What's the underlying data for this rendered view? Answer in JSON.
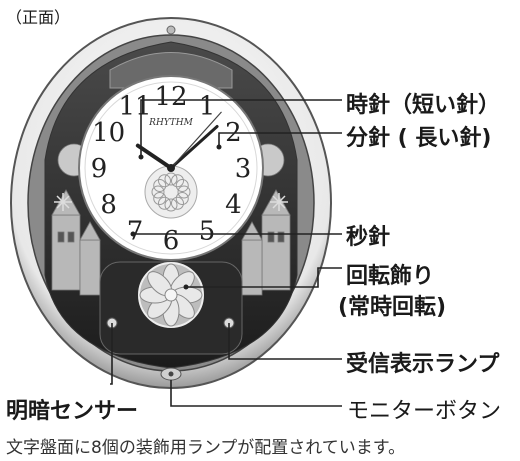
{
  "view_label": "（正面）",
  "labels": {
    "hour_hand": "時針（短い針）",
    "minute_hand": "分針 ( 長い針)",
    "second_hand": "秒針",
    "rotation_line1": "回転飾り",
    "rotation_line2": "(常時回転)",
    "signal_lamp": "受信表示ランプ",
    "light_sensor": "明暗センサー",
    "monitor_button": "モニターボタン"
  },
  "caption": "文字盤面に8個の装飾用ランプが配置されています。",
  "dial_numerals": [
    "12",
    "1",
    "2",
    "3",
    "4",
    "5",
    "6",
    "7",
    "8",
    "9",
    "10",
    "11"
  ],
  "brand": "RHYTHM",
  "clock_time": {
    "hour": 10,
    "minute": 8,
    "second": 37
  }
}
